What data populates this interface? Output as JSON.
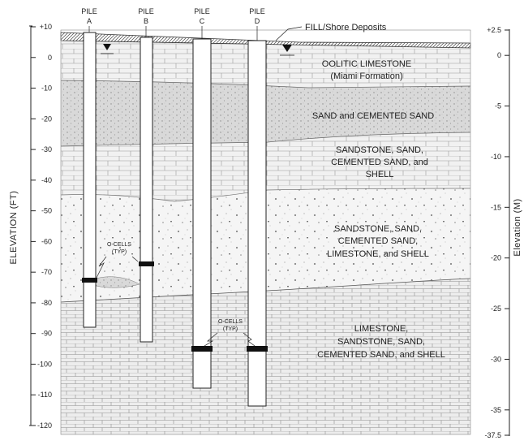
{
  "axes": {
    "left": {
      "title": "ELEVATION (FT)",
      "ticks": [
        "+10",
        "0",
        "-10",
        "-20",
        "-30",
        "-40",
        "-50",
        "-60",
        "-70",
        "-80",
        "-90",
        "-100",
        "-110",
        "-120"
      ]
    },
    "right": {
      "title": "Elevation (M)",
      "ticks": [
        "+2.5",
        "0",
        "-5",
        "-10",
        "-15",
        "-20",
        "-25",
        "-30",
        "-35",
        "-37.5"
      ]
    }
  },
  "piles": [
    {
      "label": "PILE",
      "id": "A"
    },
    {
      "label": "PILE",
      "id": "B"
    },
    {
      "label": "PILE",
      "id": "C"
    },
    {
      "label": "PILE",
      "id": "D"
    }
  ],
  "fill_label": "FILL/Shore Deposits",
  "layers": {
    "oolitic": [
      "OOLITIC LIMESTONE",
      "(Miami Formation)"
    ],
    "sand": [
      "SAND and CEMENTED SAND"
    ],
    "sandstone_shell": [
      "SANDSTONE, SAND,",
      "CEMENTED SAND, and",
      "SHELL"
    ],
    "sandstone_limestone": [
      "SANDSTONE, SAND,",
      "CEMENTED SAND,",
      "LIMESTONE, and SHELL"
    ],
    "limestone": [
      "LIMESTONE,",
      "SANDSTONE, SAND,",
      "CEMENTED SAND, and SHELL"
    ]
  },
  "ocell_label": [
    "O-CELLS",
    "(TYP)"
  ],
  "colors": {
    "ink": "#222222",
    "limestone_bg": "#f1f1f1",
    "sand_bg": "#dcdcdc",
    "pile_fill": "#ffffff"
  }
}
